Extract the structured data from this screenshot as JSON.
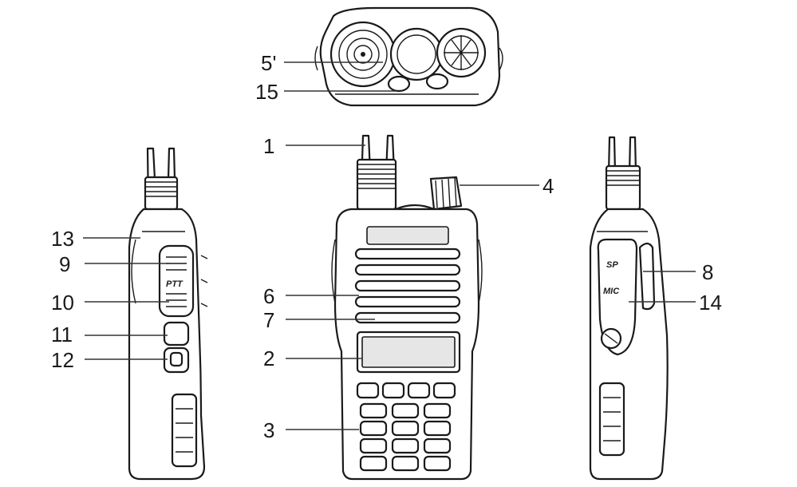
{
  "callouts": [
    {
      "id": "c5",
      "label": "5'"
    },
    {
      "id": "c15",
      "label": "15"
    },
    {
      "id": "c1",
      "label": "1"
    },
    {
      "id": "c4",
      "label": "4"
    },
    {
      "id": "c13",
      "label": "13"
    },
    {
      "id": "c9",
      "label": "9"
    },
    {
      "id": "c10",
      "label": "10"
    },
    {
      "id": "c11",
      "label": "11"
    },
    {
      "id": "c12",
      "label": "12"
    },
    {
      "id": "c6",
      "label": "6"
    },
    {
      "id": "c7",
      "label": "7"
    },
    {
      "id": "c2",
      "label": "2"
    },
    {
      "id": "c3",
      "label": "3"
    },
    {
      "id": "c8",
      "label": "8"
    },
    {
      "id": "c14",
      "label": "14"
    }
  ],
  "device_markings": {
    "ptt": "PTT",
    "sp": "SP",
    "mic": "MIC"
  }
}
